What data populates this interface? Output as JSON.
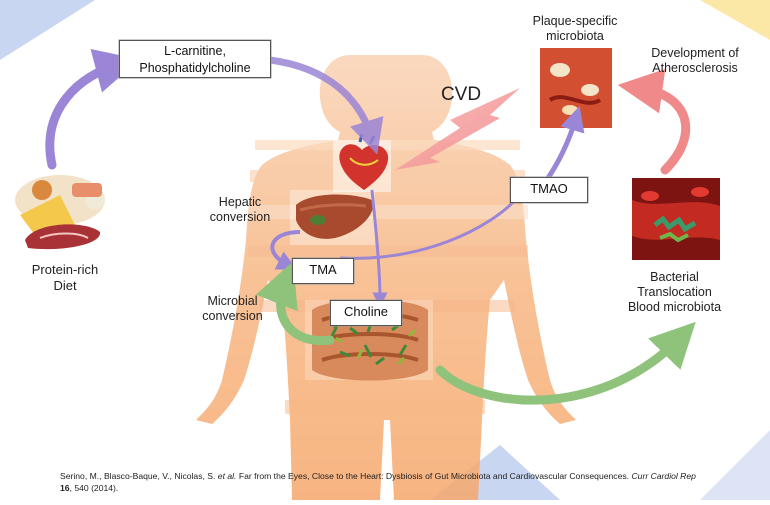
{
  "labels": {
    "plaque_specific": "Plaque-specific",
    "microbiota": "microbiota",
    "development_of": "Development of",
    "atherosclerosis": "Atherosclerosis",
    "cvd": "CVD",
    "hepatic": "Hepatic",
    "conversion_hepatic": "conversion",
    "microbial": "Microbial",
    "conversion_microbial": "conversion",
    "protein_rich": "Protein-rich",
    "diet": "Diet",
    "bacterial": "Bacterial",
    "translocation": "Translocation",
    "blood_microbiota": "Blood microbiota"
  },
  "boxes": {
    "lcarnitine_line1": "L-carnitine,",
    "lcarnitine_line2": "Phosphatidylcholine",
    "tmao": "TMAO",
    "tma": "TMA",
    "choline": "Choline"
  },
  "citation": {
    "authors": "Serino, M., Blasco-Baque, V., Nicolas, S.",
    "et_al": "et al.",
    "title": "Far from the Eyes, Close to the Heart: Dysbiosis of Gut Microbiota and Cardiovascular Consequences.",
    "journal": "Curr Cardiol Rep",
    "volume": "16",
    "pages_year": ", 540 (2014)."
  },
  "colors": {
    "body_fill": "#f7b985",
    "arrow_purple": "#9b85d6",
    "arrow_green": "#8fc27a",
    "arrow_pink": "#f08a8a",
    "corner_blue": "#c9d6f2",
    "corner_yellow": "#fbe7a6"
  }
}
